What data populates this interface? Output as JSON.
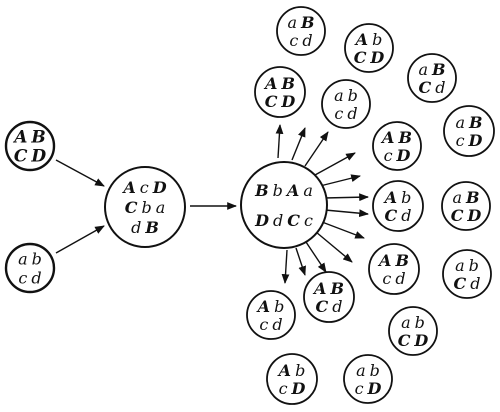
{
  "colors": {
    "ink": "#111111",
    "paper": "#ffffff"
  },
  "parents": [
    {
      "id": "parent-dominant",
      "lines": [
        [
          "A",
          "B"
        ],
        [
          "C",
          "D"
        ]
      ]
    },
    {
      "id": "parent-recessive",
      "lines": [
        [
          "a",
          "b"
        ],
        [
          "c",
          "d"
        ]
      ]
    }
  ],
  "hybrid": {
    "id": "f1-hybrid",
    "lines": [
      [
        "A",
        "c",
        "D"
      ],
      [
        "C",
        "b",
        "a"
      ],
      [
        "d",
        "B"
      ]
    ]
  },
  "gamete_source": {
    "id": "germ-cell",
    "lines": [
      [
        "B",
        "b",
        "A",
        "a"
      ],
      [
        "D",
        "d",
        "C",
        "c"
      ]
    ]
  },
  "gametes": [
    {
      "id": "g1",
      "lines": [
        [
          "a",
          "B"
        ],
        [
          "c",
          "d"
        ]
      ]
    },
    {
      "id": "g2",
      "lines": [
        [
          "A",
          "b"
        ],
        [
          "C",
          "D"
        ]
      ]
    },
    {
      "id": "g3",
      "lines": [
        [
          "a",
          "B"
        ],
        [
          "C",
          "d"
        ]
      ]
    },
    {
      "id": "g4",
      "lines": [
        [
          "A",
          "B"
        ],
        [
          "C",
          "D"
        ]
      ]
    },
    {
      "id": "g5",
      "lines": [
        [
          "a",
          "b"
        ],
        [
          "c",
          "d"
        ]
      ]
    },
    {
      "id": "g6",
      "lines": [
        [
          "a",
          "B"
        ],
        [
          "c",
          "D"
        ]
      ]
    },
    {
      "id": "g7",
      "lines": [
        [
          "A",
          "B"
        ],
        [
          "c",
          "D"
        ]
      ]
    },
    {
      "id": "g8",
      "lines": [
        [
          "A",
          "b"
        ],
        [
          "C",
          "d"
        ]
      ]
    },
    {
      "id": "g9",
      "lines": [
        [
          "a",
          "B"
        ],
        [
          "C",
          "D"
        ]
      ]
    },
    {
      "id": "g10",
      "lines": [
        [
          "A",
          "B"
        ],
        [
          "c",
          "d"
        ]
      ]
    },
    {
      "id": "g11",
      "lines": [
        [
          "a",
          "b"
        ],
        [
          "C",
          "d"
        ]
      ]
    },
    {
      "id": "g12",
      "lines": [
        [
          "A",
          "b"
        ],
        [
          "c",
          "d"
        ]
      ]
    },
    {
      "id": "g13",
      "lines": [
        [
          "A",
          "B"
        ],
        [
          "C",
          "d"
        ]
      ]
    },
    {
      "id": "g14",
      "lines": [
        [
          "a",
          "b"
        ],
        [
          "C",
          "D"
        ]
      ]
    },
    {
      "id": "g15",
      "lines": [
        [
          "A",
          "b"
        ],
        [
          "c",
          "D"
        ]
      ]
    },
    {
      "id": "g16",
      "lines": [
        [
          "a",
          "b"
        ],
        [
          "c",
          "D"
        ]
      ]
    }
  ]
}
